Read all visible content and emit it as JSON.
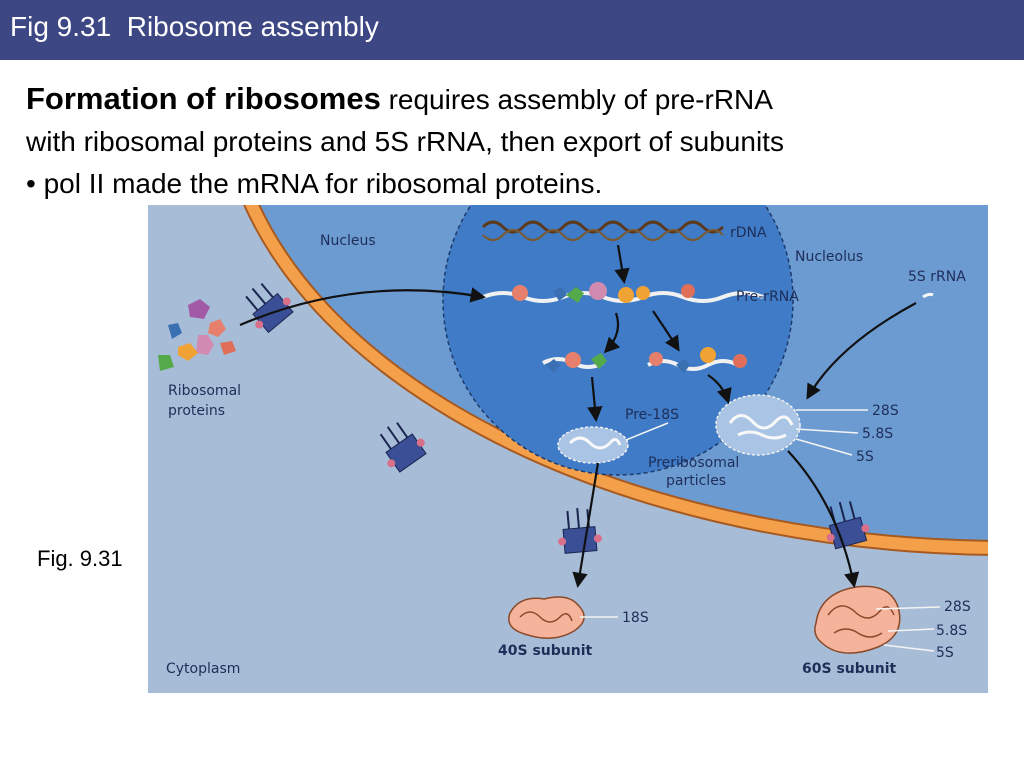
{
  "header": {
    "title": "Fig 9.31  Ribosome assembly"
  },
  "intro": {
    "bold_lead": "Formation of ribosomes",
    "line1_rest": " requires assembly of pre-rRNA",
    "line2": "with ribosomal proteins and 5S rRNA, then export of subunits",
    "line3": "• pol II made the mRNA for ribosomal proteins."
  },
  "figure_caption": "Fig. 9.31",
  "diagram": {
    "labels": {
      "nucleus": "Nucleus",
      "nucleolus": "Nucleolus",
      "rdna": "rDNA",
      "pre_rrna": "Pre-rRNA",
      "rrna_5s": "5S rRNA",
      "ribosomal_1": "Ribosomal",
      "ribosomal_2": "proteins",
      "pre_18s": "Pre-18S",
      "preribosomal_1": "Preribosomal",
      "preribosomal_2": "particles",
      "s28_a": "28S",
      "s58_a": "5.8S",
      "s5_a": "5S",
      "s18": "18S",
      "sub40": "40S subunit",
      "s28_b": "28S",
      "s58_b": "5.8S",
      "s5_b": "5S",
      "sub60": "60S subunit",
      "cytoplasm": "Cytoplasm"
    },
    "colors": {
      "cytoplasm": "#a7bdd7",
      "nucleus": "#6c9bd2",
      "nucleolus": "#3f7bc6",
      "envelope": "#f4a04a",
      "subunit": "#f4b39a"
    }
  }
}
